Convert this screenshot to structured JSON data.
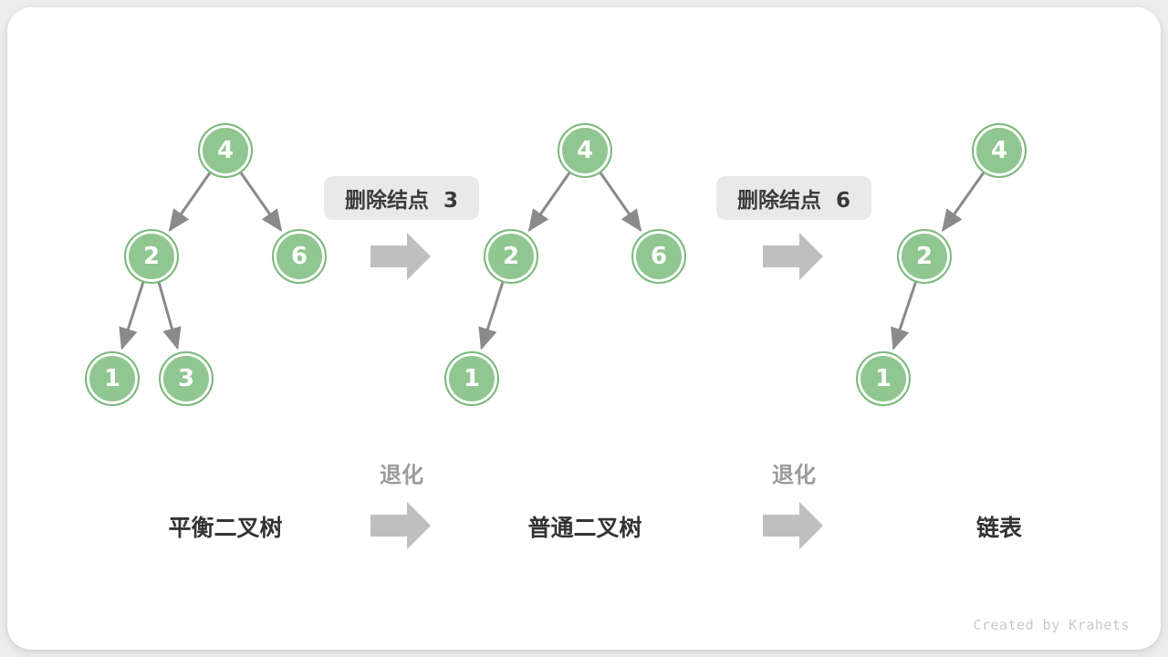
{
  "colors": {
    "background": "#ededed",
    "card": "#ffffff",
    "node_fill": "#90c690",
    "node_border": "#7cb97c",
    "node_text": "#ffffff",
    "edge": "#8a8a8a",
    "block_arrow": "#bfbfbf",
    "op_box_bg": "#e9e9e9",
    "heading_text": "#333333",
    "muted_text": "#9b9b9b",
    "watermark_text": "#c9c9c9"
  },
  "trees": [
    {
      "name": "平衡二叉树",
      "nodes": [
        {
          "value": "4"
        },
        {
          "value": "2"
        },
        {
          "value": "6"
        },
        {
          "value": "1"
        },
        {
          "value": "3"
        }
      ]
    },
    {
      "name": "普通二叉树",
      "nodes": [
        {
          "value": "4"
        },
        {
          "value": "2"
        },
        {
          "value": "6"
        },
        {
          "value": "1"
        }
      ]
    },
    {
      "name": "链表",
      "nodes": [
        {
          "value": "4"
        },
        {
          "value": "2"
        },
        {
          "value": "1"
        }
      ]
    }
  ],
  "transitions": [
    {
      "operation": "删除结点  3",
      "degenerate": "退化"
    },
    {
      "operation": "删除结点  6",
      "degenerate": "退化"
    }
  ],
  "watermark": "Created by Krahets"
}
